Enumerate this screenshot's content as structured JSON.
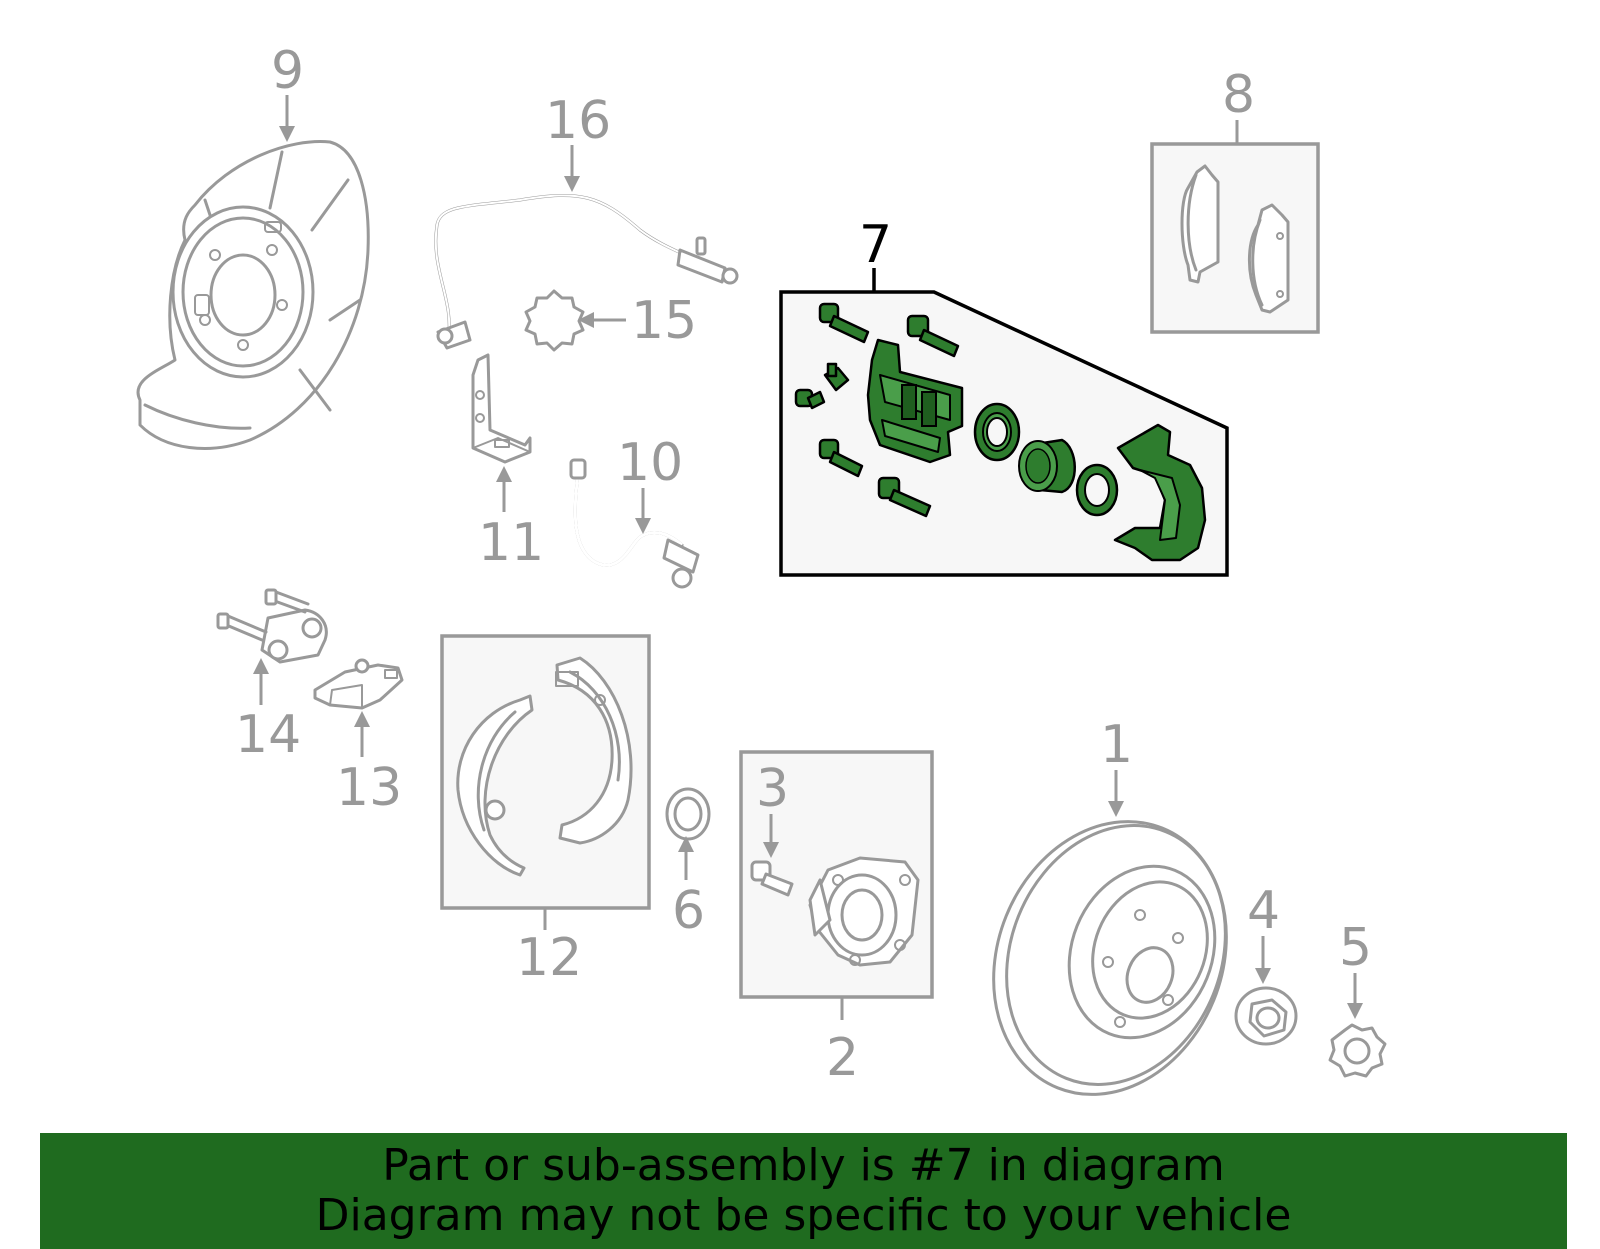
{
  "callouts": {
    "c1": "1",
    "c2": "2",
    "c3": "3",
    "c4": "4",
    "c5": "5",
    "c6": "6",
    "c7": "7",
    "c8": "8",
    "c9": "9",
    "c10": "10",
    "c11": "11",
    "c12": "12",
    "c13": "13",
    "c14": "14",
    "c15": "15",
    "c16": "16"
  },
  "highlight": {
    "part": "7",
    "fill_color": "#2e7d2e",
    "banner_color": "#1f6b1f"
  },
  "banner": {
    "line1": "Part or sub-assembly is #7 in diagram",
    "line2": "Diagram may not be specific to your vehicle"
  },
  "icons": {
    "brake_rotor": "disc-icon",
    "caliper_kit": "caliper-icon",
    "hub": "hub-bearing-icon"
  }
}
